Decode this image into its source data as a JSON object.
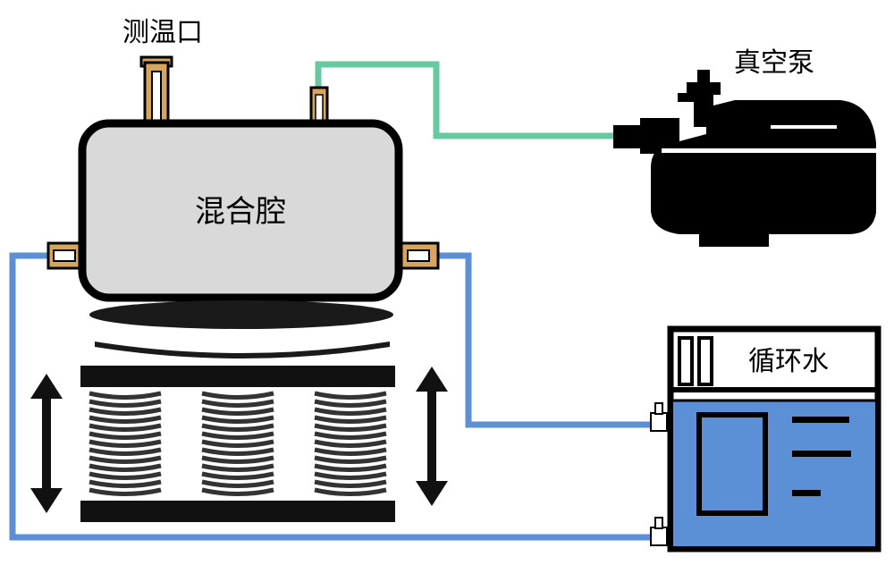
{
  "labels": {
    "temp_port": "测温口",
    "vacuum_pump": "真空泵",
    "mixing_chamber": "混合腔",
    "circulating_water": "循环水"
  },
  "colors": {
    "chamber_fill": "#d9d9d9",
    "vacuum_line": "#66c9a0",
    "water_line": "#5b8fd6",
    "water_tank": "#5b8fd6",
    "fitting": "#d6a65e",
    "outline": "#000000"
  }
}
